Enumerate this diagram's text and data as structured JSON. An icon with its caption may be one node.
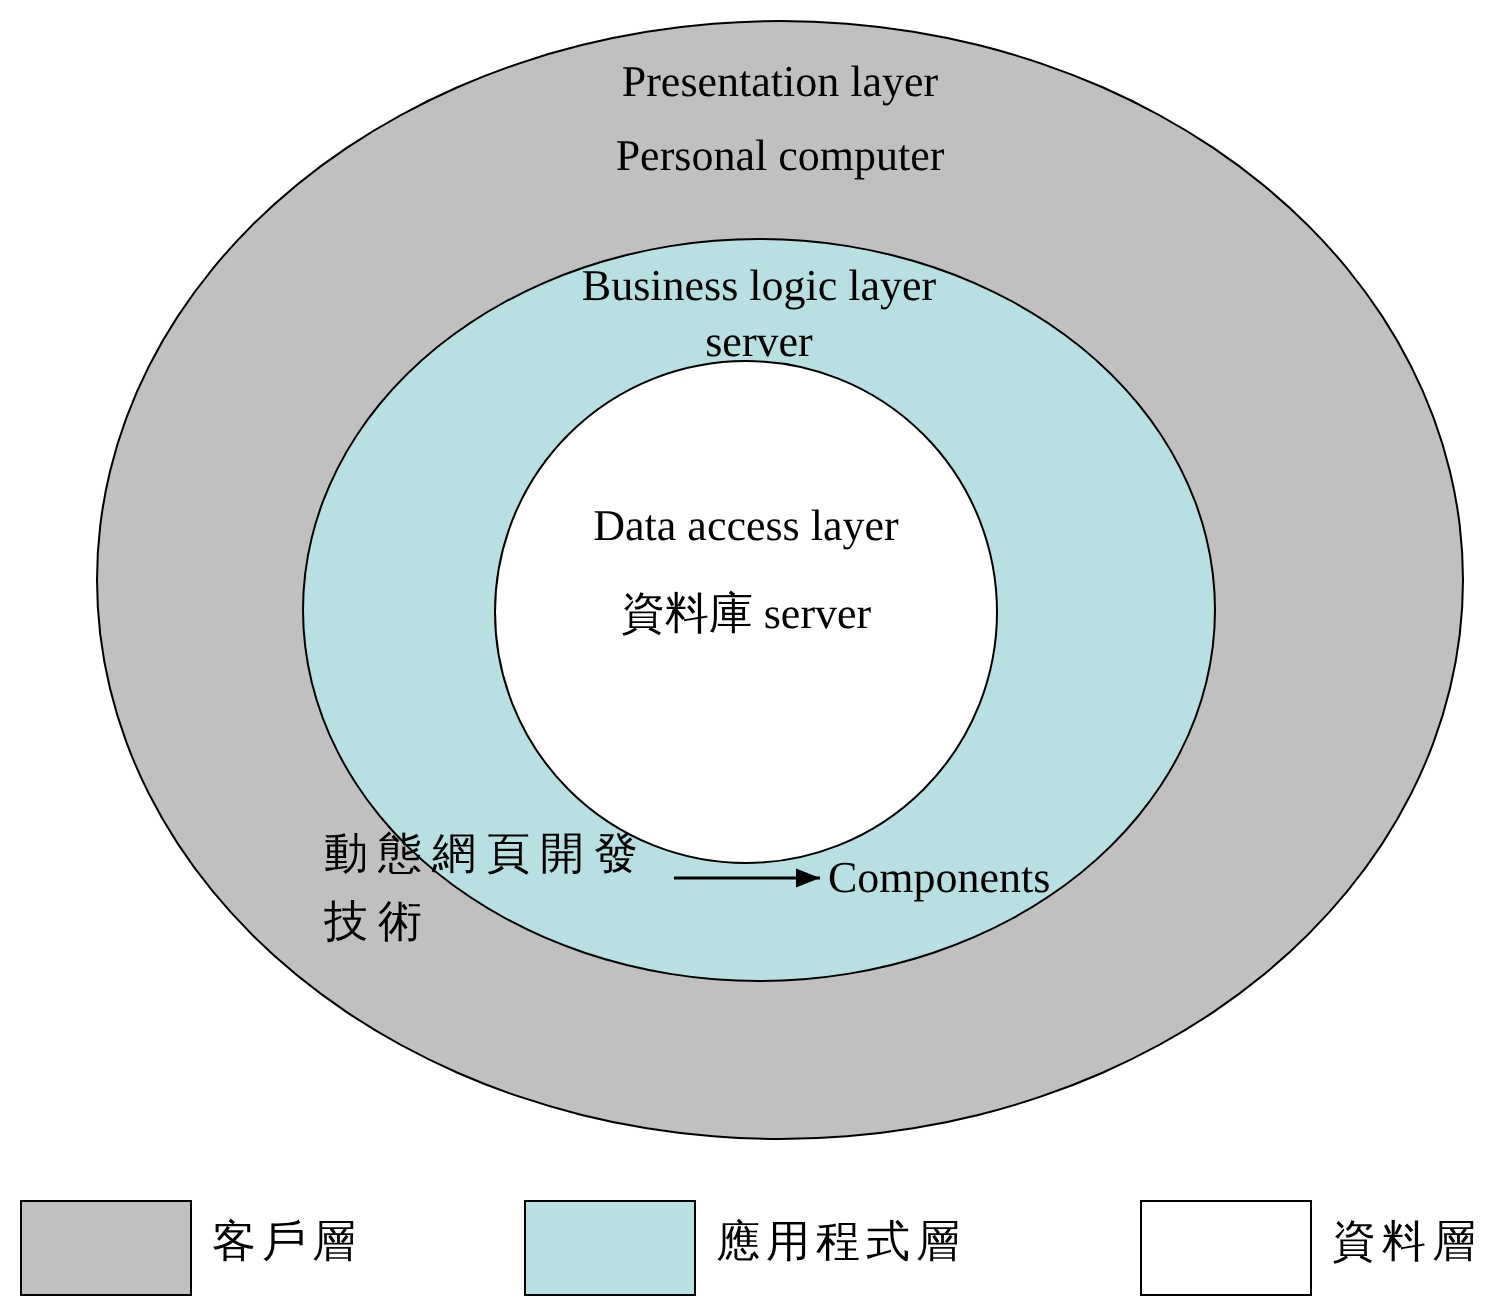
{
  "diagram": {
    "nodes": [
      {
        "text": [
          "Presentation layer",
          "Personal computer"
        ]
      },
      {
        "text": [
          "Business logic layer",
          "server"
        ],
        "in": 0
      },
      {
        "text": [
          "Data access layer",
          "資料庫 server"
        ],
        "in": 1
      },
      {
        "text": [
          "動態網頁開發技術"
        ],
        "in": 1
      },
      {
        "text": [
          "Components"
        ],
        "in": 1
      }
    ],
    "edges": [
      {
        "from": 3,
        "to": 4,
        "arrow": "to"
      }
    ],
    "legend": [
      {
        "text": "客戶層",
        "color": "#c0c0c0"
      },
      {
        "text": "應用程式層",
        "color": "#b8dfe1"
      },
      {
        "text": "資料層",
        "color": "#ffffff"
      }
    ]
  }
}
